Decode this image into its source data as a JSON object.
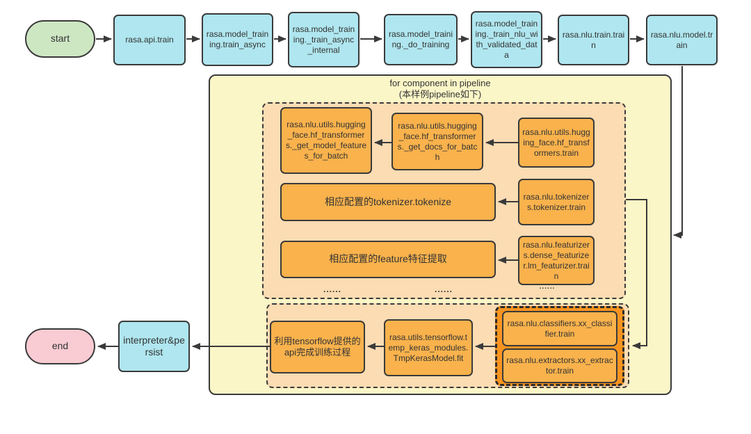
{
  "nodes": {
    "start": "start",
    "end": "end",
    "interpreter": "interpreter&persist"
  },
  "top_row": [
    "rasa.api.train",
    "rasa.model_training.train_async",
    "rasa.model_training._train_async_internal",
    "rasa.model_training._do_training",
    "rasa.model_training._train_nlu_with_validated_data",
    "rasa.nlu.train.train",
    "rasa.nlu.model.train"
  ],
  "loop": {
    "title_line1": "for component in pipeline",
    "title_line2": "(本样例pipeline如下)",
    "hf": {
      "get_model_features": "rasa.nlu.utils.hugging_face.hf_transformers._get_model_features_for_batch",
      "get_docs": "rasa.nlu.utils.hugging_face.hf_transformers._get_docs_for_batch",
      "train": "rasa.nlu.utils.hugging_face.hf_transformers.train"
    },
    "tokenizer": {
      "apply": "相应配置的tokenizer.tokenize",
      "train": "rasa.nlu.tokenizers.tokenizer.train"
    },
    "featurizer": {
      "apply": "相应配置的feature特征提取",
      "train": "rasa.nlu.featurizers.dense_featurizer.lm_featurizer.train"
    },
    "ellipsis": "......",
    "classifier_group": {
      "classifier": "rasa.nlu.classifiers.xx_classifier.train",
      "extractor": "rasa.nlu.extractors.xx_extractor.train"
    },
    "keras_fit": "rasa.utils.tensorflow.temp_keras_modules.TmpKerasModel.fit",
    "tensorflow_train": "利用tensorflow提供的api完成训练过程"
  },
  "colors": {
    "node_cyan": "#afe6ef",
    "node_orange": "#f9b24c",
    "group_orange": "#f79420",
    "start_green": "#cde7c3",
    "end_pink": "#f9cbd3",
    "loop_yellow": "#fbf6c7",
    "inner_peach": "#fbdcb3",
    "line": "#3a3a3a"
  }
}
